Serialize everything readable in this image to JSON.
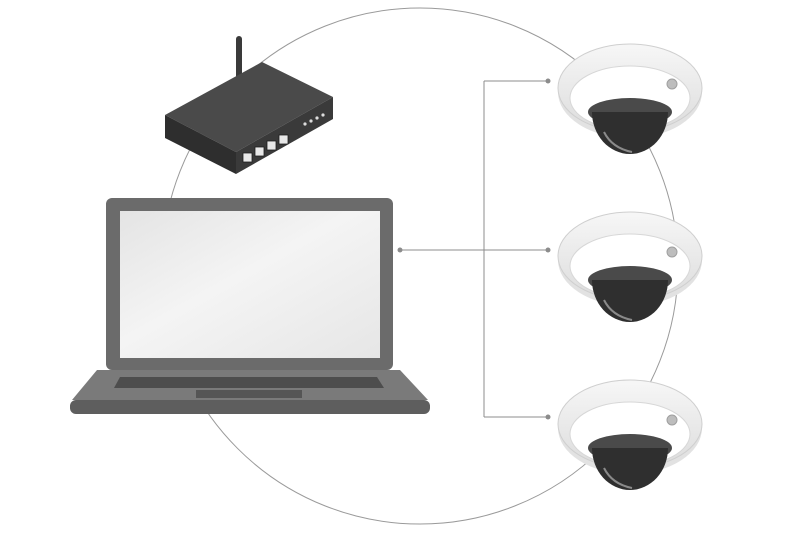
{
  "diagram": {
    "nodes": [
      {
        "id": "router",
        "kind": "router-icon"
      },
      {
        "id": "laptop",
        "kind": "laptop-icon"
      },
      {
        "id": "camera-1",
        "kind": "dome-camera-icon"
      },
      {
        "id": "camera-2",
        "kind": "dome-camera-icon"
      },
      {
        "id": "camera-3",
        "kind": "dome-camera-icon"
      }
    ],
    "edges": [
      {
        "from": "laptop",
        "to": "camera-1"
      },
      {
        "from": "laptop",
        "to": "camera-2"
      },
      {
        "from": "laptop",
        "to": "camera-3"
      }
    ],
    "colors": {
      "connector": "#8c8c8c",
      "device_dark": "#3a3a3a",
      "laptop_body": "#6b6b6b",
      "screen": "#ececec",
      "camera_shell": "#f2f2f2",
      "camera_lens": "#2f2f2f"
    }
  }
}
